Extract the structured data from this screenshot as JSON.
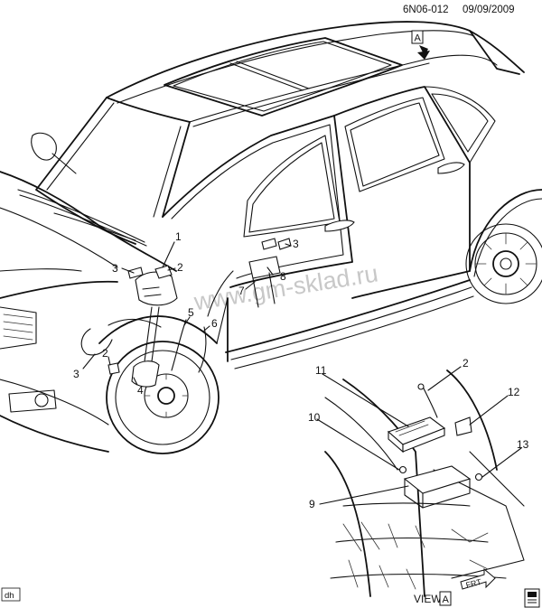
{
  "header": {
    "doc_id": "6N06-012",
    "date": "09/09/2009"
  },
  "view_tag": "A",
  "view_label": "VIEW",
  "view_label_letter": "A",
  "frt_label": "FRT",
  "watermark": "www.gm-sklad.ru",
  "corner_code": "dh",
  "callouts": [
    "1",
    "2",
    "3",
    "3",
    "4",
    "5",
    "6",
    "7",
    "8",
    "2",
    "3",
    "9",
    "10",
    "11",
    "12",
    "13"
  ],
  "colors": {
    "line": "#111111",
    "background": "#ffffff",
    "watermark": "#c8c8c8"
  }
}
